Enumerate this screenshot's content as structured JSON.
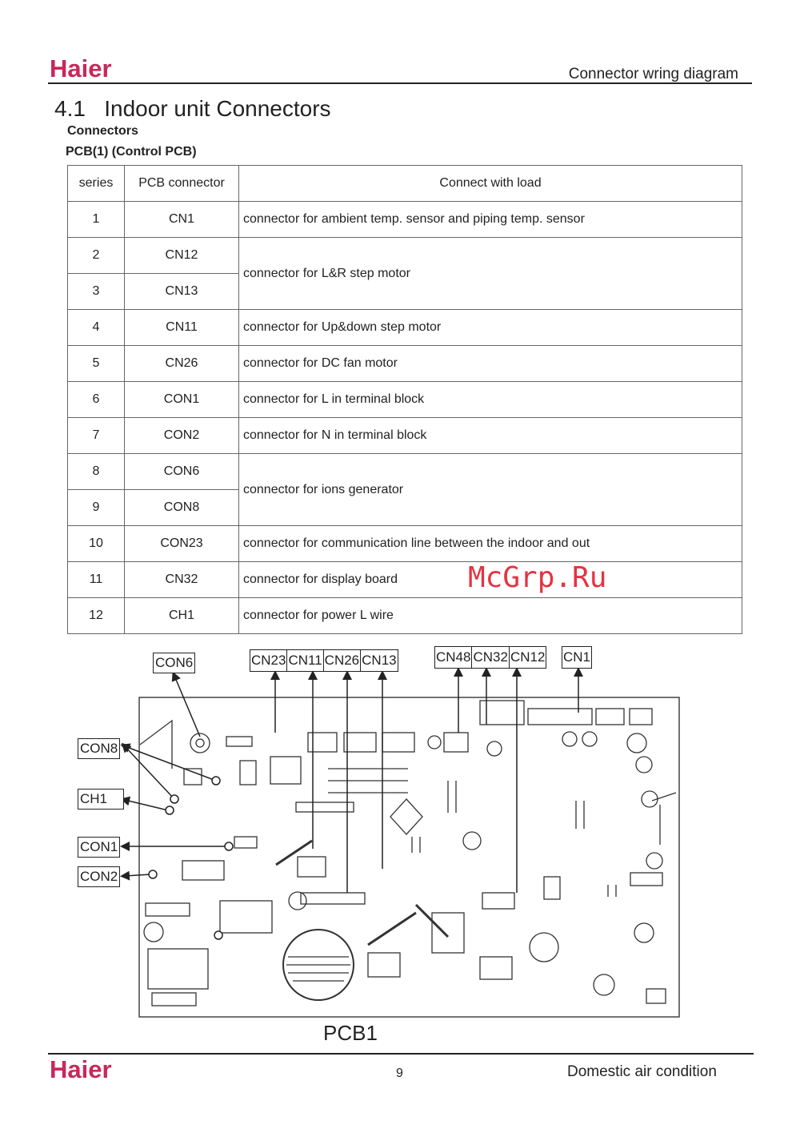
{
  "header": {
    "brand": "Haier",
    "title": "Connector wring diagram"
  },
  "section": {
    "title": "4.1   Indoor unit Connectors",
    "subtitle": "Connectors",
    "pcb_title": "PCB(1) (Control PCB)"
  },
  "table": {
    "headers": [
      "series",
      "PCB connector",
      "Connect with load"
    ],
    "rows": [
      {
        "series": "1",
        "connector": "CN1",
        "load": "connector for ambient temp. sensor and piping temp. sensor",
        "span": 1
      },
      {
        "series": "2",
        "connector": "CN12",
        "load": "connector for L&R step motor",
        "span": 2
      },
      {
        "series": "3",
        "connector": "CN13",
        "load": null,
        "span": 0
      },
      {
        "series": "4",
        "connector": "CN11",
        "load": "connector for Up&down step motor",
        "span": 1
      },
      {
        "series": "5",
        "connector": "CN26",
        "load": "connector for DC fan motor",
        "span": 1
      },
      {
        "series": "6",
        "connector": "CON1",
        "load": "connector for L  in terminal block",
        "span": 1
      },
      {
        "series": "7",
        "connector": "CON2",
        "load": "connector  for N in terminal block",
        "span": 1
      },
      {
        "series": "8",
        "connector": "CON6",
        "load": "connector for ions generator",
        "span": 2
      },
      {
        "series": "9",
        "connector": "CON8",
        "load": null,
        "span": 0
      },
      {
        "series": "10",
        "connector": "CON23",
        "load": "connector for communication line between the indoor and out",
        "span": 1
      },
      {
        "series": "11",
        "connector": "CN32",
        "load": "connector for display board",
        "span": 1
      },
      {
        "series": "12",
        "connector": "CH1",
        "load": "connector for power L wire",
        "span": 1
      }
    ]
  },
  "diagram": {
    "top_left": "CON6",
    "group1": [
      "CN23",
      "CN11",
      "CN26",
      "CN13"
    ],
    "group2": [
      "CN48",
      "CN32",
      "CN12"
    ],
    "top_right": "CN1",
    "left": [
      "CON8",
      "CH1",
      "CON1",
      "CON2"
    ],
    "caption": "PCB1"
  },
  "watermark": "McGrp.Ru",
  "footer": {
    "brand": "Haier",
    "page": "9",
    "text": "Domestic air condition"
  },
  "colors": {
    "brand": "#c8285a",
    "watermark": "#e01020"
  }
}
